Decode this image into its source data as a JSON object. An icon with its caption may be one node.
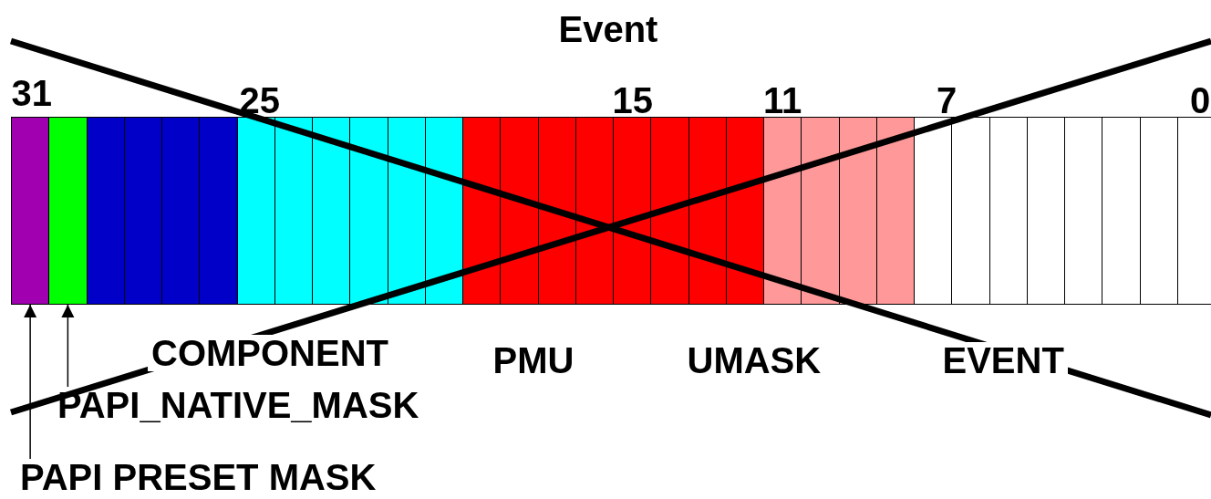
{
  "diagram": {
    "title": "Event",
    "nodes": [
      {
        "text": [],
        "shape": "box"
      },
      {
        "text": [],
        "shape": "box"
      },
      {
        "text": [
          "PAPI_NATIVE_MASK"
        ]
      },
      {
        "text": [
          "PAPI PRESET MASK"
        ]
      }
    ],
    "edges": [
      {
        "from": 3,
        "to": 0,
        "arrow": "to"
      },
      {
        "from": 2,
        "to": 1,
        "arrow": "to"
      }
    ],
    "labels": [
      "31",
      "25",
      "15",
      "11",
      "7",
      "0",
      "COMPONENT",
      "PMU",
      "UMASK",
      "EVENT"
    ]
  }
}
